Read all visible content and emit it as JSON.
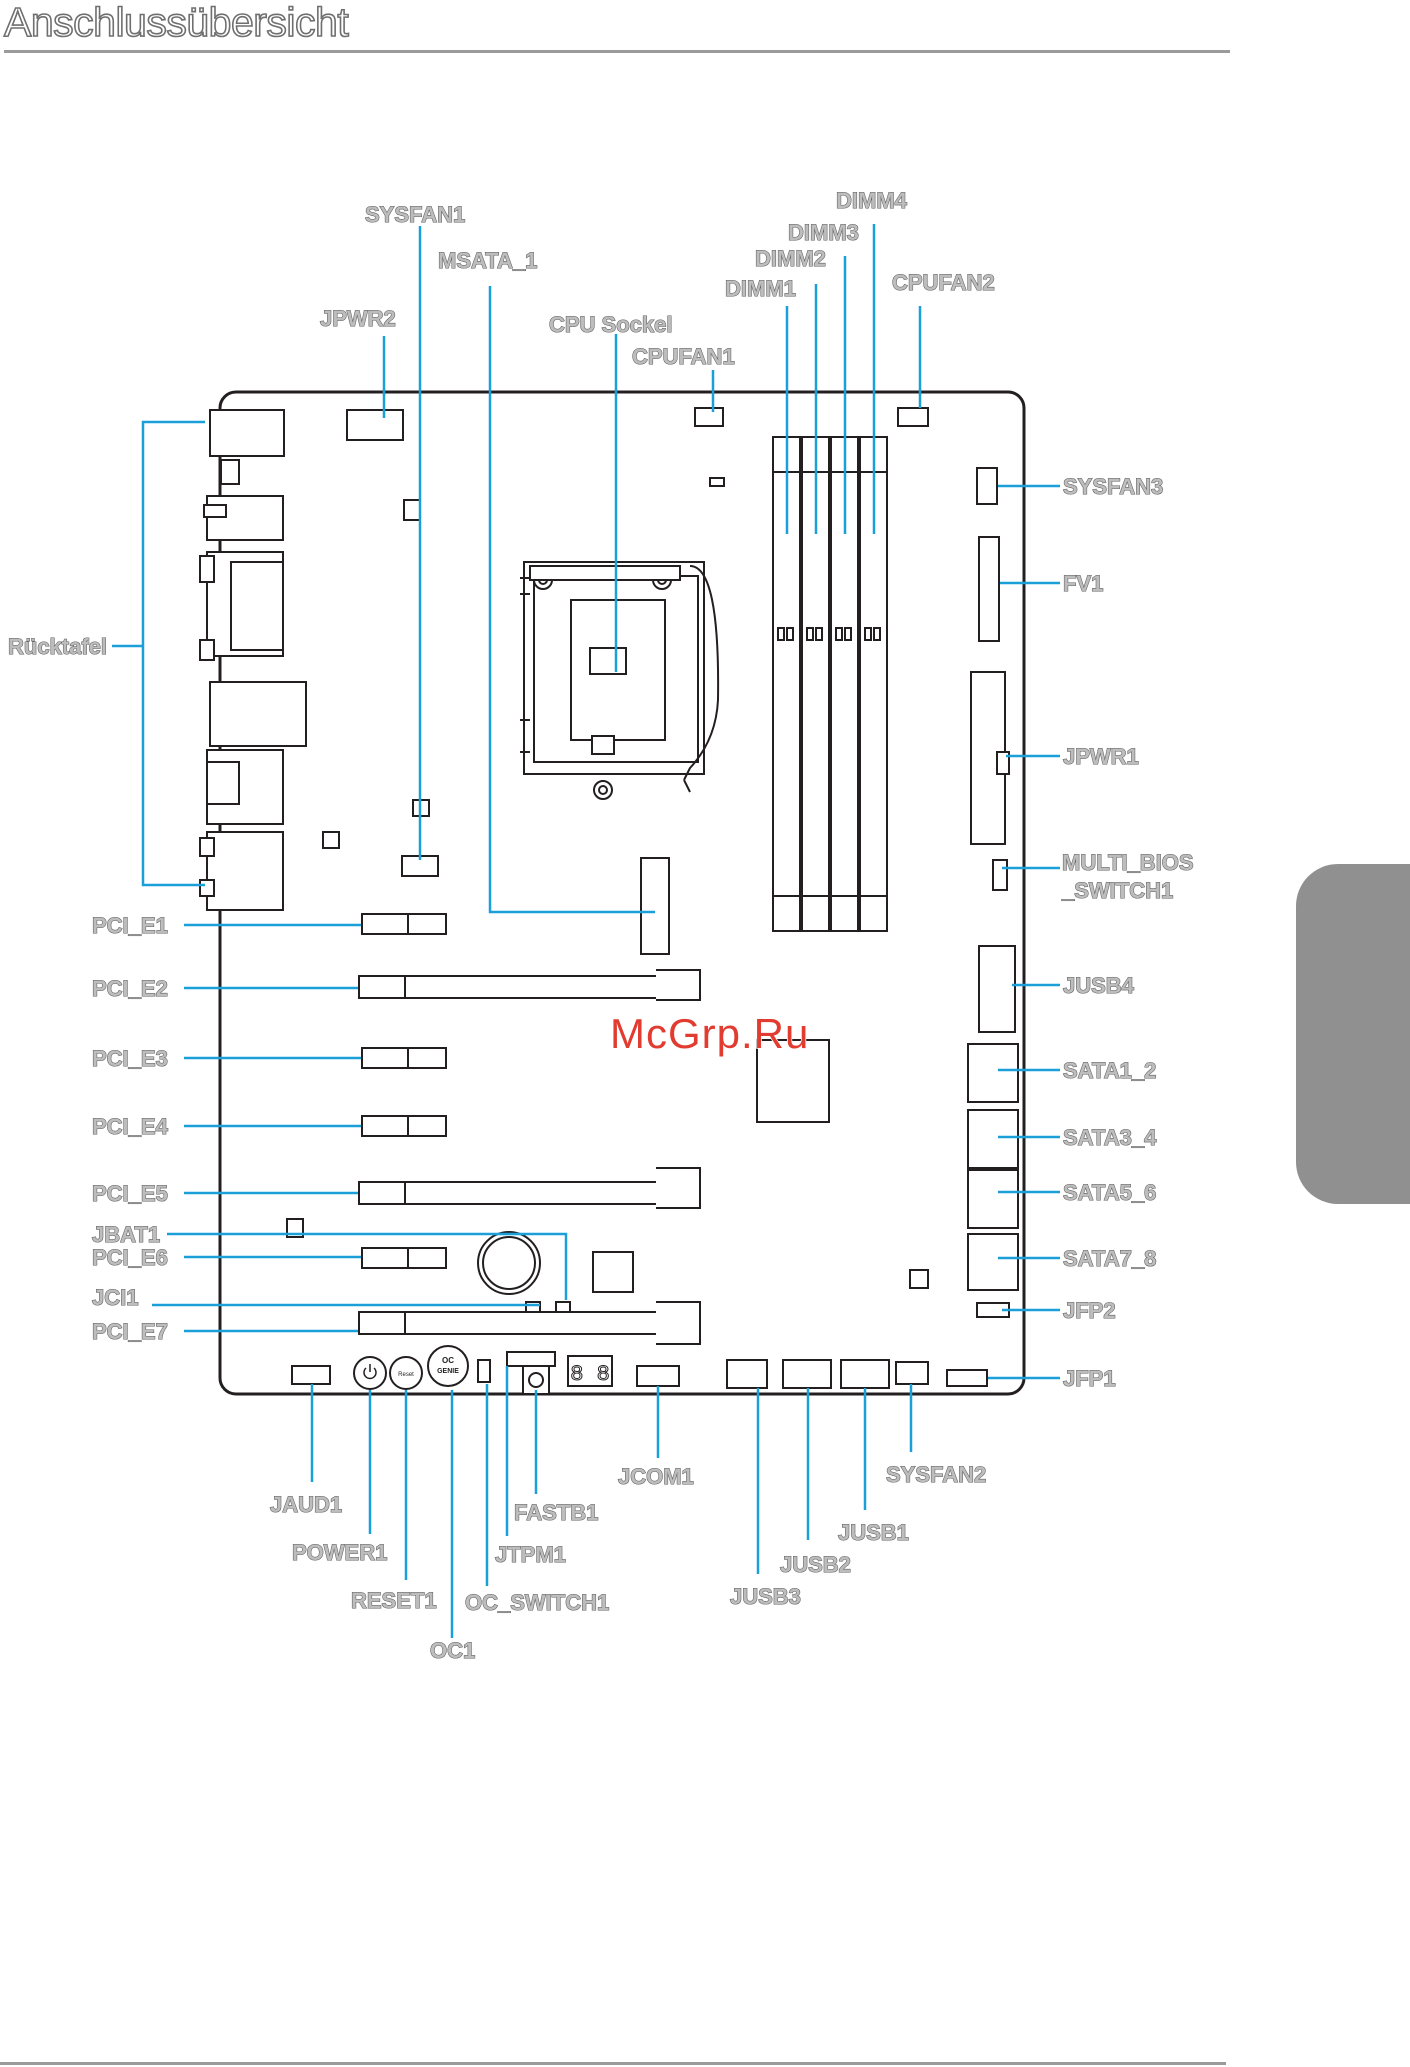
{
  "page": {
    "title": "Anschlussübersicht",
    "watermark": "McGrp.Ru"
  },
  "labels": {
    "sysfan1": "SYSFAN1",
    "msata1": "MSATA_1",
    "jpwr2": "JPWR2",
    "cpu_sockel": "CPU Sockel",
    "cpufan1": "CPUFAN1",
    "dimm1": "DIMM1",
    "dimm2": "DIMM2",
    "dimm3": "DIMM3",
    "dimm4": "DIMM4",
    "cpufan2": "CPUFAN2",
    "sysfan3": "SYSFAN3",
    "fv1": "FV1",
    "jpwr1": "JPWR1",
    "multi_bios_1": "MULTI_BIOS",
    "multi_bios_2": "_SWITCH1",
    "jusb4": "JUSB4",
    "sata1_2": "SATA1_2",
    "sata3_4": "SATA3_4",
    "sata5_6": "SATA5_6",
    "sata7_8": "SATA7_8",
    "jfp2": "JFP2",
    "jfp1": "JFP1",
    "ruecktafel": "Rücktafel",
    "pci_e1": "PCI_E1",
    "pci_e2": "PCI_E2",
    "pci_e3": "PCI_E3",
    "pci_e4": "PCI_E4",
    "pci_e5": "PCI_E5",
    "jbat1": "JBAT1",
    "pci_e6": "PCI_E6",
    "jci1": "JCI1",
    "pci_e7": "PCI_E7",
    "jaud1": "JAUD1",
    "power1": "POWER1",
    "reset1": "RESET1",
    "oc1": "OC1",
    "oc_switch1": "OC_SWITCH1",
    "jtpm1": "JTPM1",
    "fastb1": "FASTB1",
    "jcom1": "JCOM1",
    "jusb3": "JUSB3",
    "jusb2": "JUSB2",
    "jusb1": "JUSB1",
    "sysfan2": "SYSFAN2"
  },
  "board_marks": {
    "oc_button_line1": "OC",
    "oc_button_line2": "GENIE",
    "reset_button": "Reset",
    "debug_led": "8 8"
  },
  "colors": {
    "leader_line": "#1a9fd8",
    "board_outline": "#231f20",
    "title_outline": "#6f6f6f",
    "side_tab": "#909090",
    "watermark": "#e23c31"
  }
}
